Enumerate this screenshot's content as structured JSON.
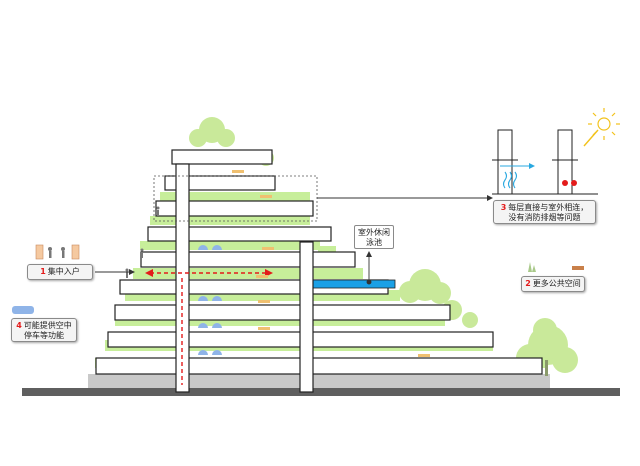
{
  "labels": {
    "pool_line1": "室外休闲",
    "pool_line2": "泳池",
    "entry_num": "1",
    "entry_text": "集中入户",
    "space_num": "2",
    "space_text": "更多公共空间",
    "outdoor_num": "3",
    "outdoor_line1": "每层直接与室外相连，",
    "outdoor_line2": "没有消防排烟等问题",
    "parking_num": "4",
    "parking_line1": "可能提供空中",
    "parking_line2": "停车等功能"
  },
  "colors": {
    "terrace_green": "#c7ee9a",
    "pool_blue": "#1aa0e6",
    "tree_green": "#c9e99a",
    "ground": "#5f5f5f",
    "base": "#c9c9c9",
    "car_blue": "#8fb4e8",
    "accent_red": "#e31b1b",
    "sun": "#f2c21b",
    "bench": "#f0c070",
    "person": "#f5c9a0"
  }
}
